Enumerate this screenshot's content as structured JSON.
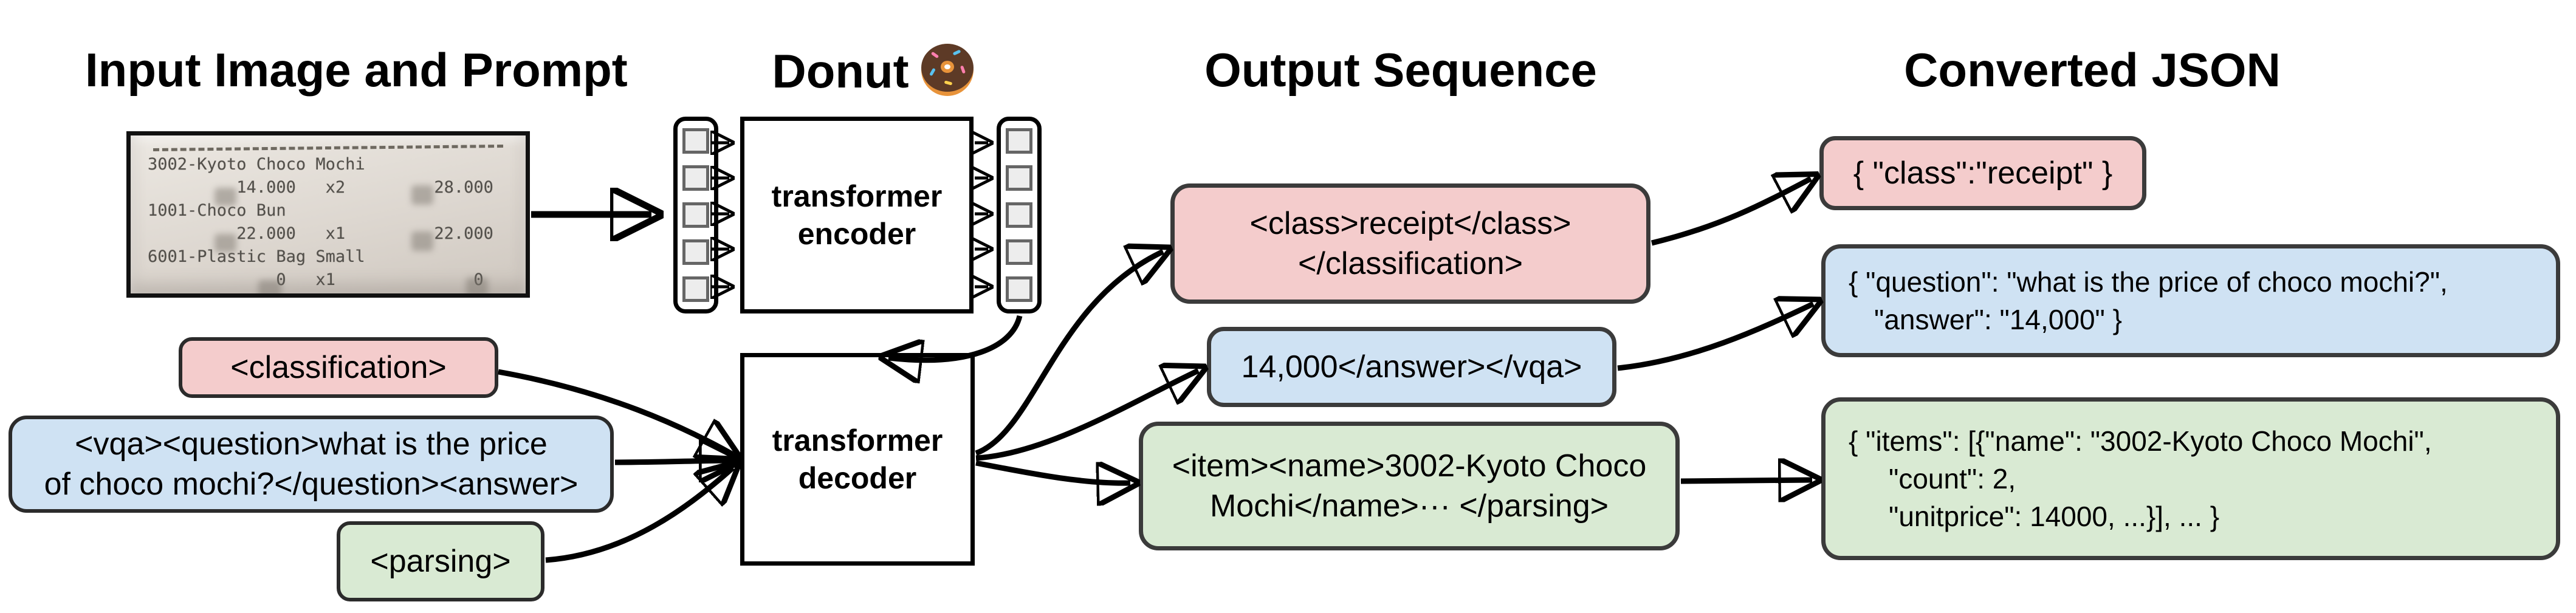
{
  "headings": {
    "input_column": "Input Image and Prompt",
    "model_column": "Donut",
    "output_column": "Output Sequence",
    "json_column": "Converted JSON"
  },
  "icons": {
    "donut": "🍩"
  },
  "receipt": {
    "lines": [
      "3002-Kyoto Choco Mochi",
      "         14.000   x2         28.000",
      "1001-Choco Bun",
      "         22.000   x1         22.000",
      "6001-Plastic Bag Small",
      "             0   x1              0"
    ]
  },
  "model": {
    "encoder_label": "transformer encoder",
    "decoder_label": "transformer decoder"
  },
  "prompts": {
    "classification": "<classification>",
    "vqa_line1": "<vqa><question>what is the price",
    "vqa_line2": "of choco mochi?</question><answer>",
    "parsing": "<parsing>"
  },
  "outputs": {
    "classification_line1": "<class>receipt</class>",
    "classification_line2": "</classification>",
    "vqa": "14,000</answer></vqa>",
    "parsing_line1": "<item><name>3002-Kyoto Choco",
    "parsing_line2": "Mochi</name>··· </parsing>"
  },
  "converted_json": {
    "classification": "{ \"class\":\"receipt\" }",
    "vqa_line1": "{ \"question\": \"what is the price of choco mochi?\",",
    "vqa_line2": "\"answer\": \"14,000\" }",
    "parsing_line1": "{ \"items\": [{\"name\": \"3002-Kyoto Choco Mochi\",",
    "parsing_line2": "\"count\": 2,",
    "parsing_line3": "\"unitprice\": 14000, ...}], ... }"
  },
  "colors": {
    "classification_fill": "#f4cccc",
    "vqa_fill": "#cfe2f3",
    "parsing_fill": "#d9ead3",
    "box_border": "#3b3b3b",
    "diagram_stroke": "#000000"
  }
}
